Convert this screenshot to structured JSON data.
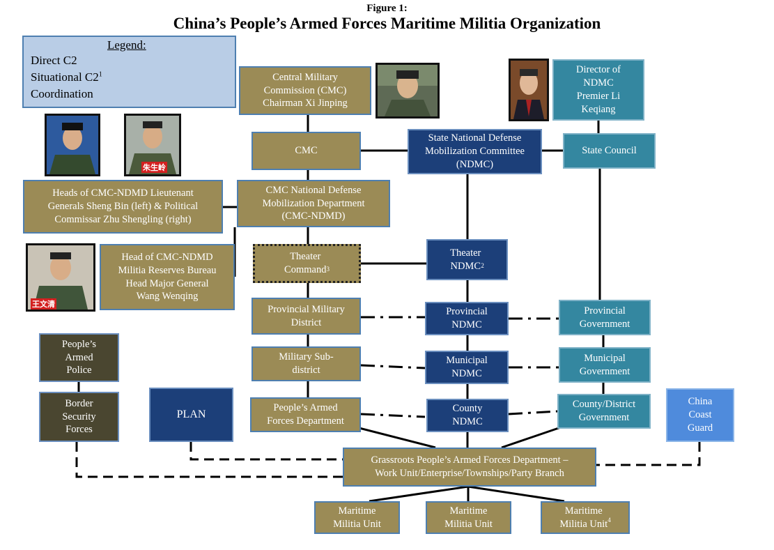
{
  "figure_label": "Figure 1:",
  "title": "China’s People’s Armed Forces Maritime Militia Organization",
  "legend": {
    "title": "Legend:",
    "direct": "Direct C2",
    "situational": "Situational C2",
    "situational_sup": "1",
    "coordination": "Coordination"
  },
  "nodes": {
    "cmc_chairman": "Central Military\nCommission (CMC)\nChairman Xi Jinping",
    "cmc": "CMC",
    "cmc_ndmd": "CMC National Defense\nMobilization Department\n(CMC-NDMD)",
    "heads_ndmd": "Heads of CMC-NDMD Lieutenant\nGenerals Sheng Bin (left) & Political\nCommissar Zhu Shengling (right)",
    "militia_bureau": "Head of CMC-NDMD\nMilitia Reserves Bureau\nHead Major General\nWang Wenqing",
    "theater_command": "Theater\nCommand",
    "theater_command_sup": "3",
    "provincial_md": "Provincial Military\nDistrict",
    "military_subdistrict": "Military Sub-\ndistrict",
    "pafd": "People’s Armed\nForces Department",
    "grassroots": "Grassroots People’s Armed Forces Department –\nWork Unit/Enterprise/Townships/Party Branch",
    "mm1": "Maritime\nMilitia Unit",
    "mm2": "Maritime\nMilitia Unit",
    "mm3": "Maritime\nMilitia Unit",
    "mm3_sup": "4",
    "ndmc": "State National Defense\nMobilization Committee\n(NDMC)",
    "theater_ndmc": "Theater\nNDMC",
    "theater_ndmc_sup": "2",
    "provincial_ndmc": "Provincial\nNDMC",
    "municipal_ndmc": "Municipal\nNDMC",
    "county_ndmc": "County\nNDMC",
    "director_ndmc": "Director of\nNDMC\nPremier Li\nKeqiang",
    "state_council": "State Council",
    "provincial_gov": "Provincial\nGovernment",
    "municipal_gov": "Municipal\nGovernment",
    "county_gov": "County/District\nGovernment",
    "pap": "People’s\nArmed\nPolice",
    "border": "Border\nSecurity\nForces",
    "plan": "PLAN",
    "coast_guard": "China\nCoast\nGuard"
  },
  "photos": {
    "xi": "photo of Xi Jinping",
    "li": "photo of Li Keqiang",
    "sheng": "photo of Sheng Bin",
    "zhu": "photo of Zhu Shengling",
    "zhu_tag": "朱生岭",
    "wang": "photo of Wang Wenqing",
    "wang_tag": "王文清"
  },
  "colors": {
    "olive": "#9b8b56",
    "navy": "#1c3f79",
    "teal": "#3487a0",
    "dark_olive": "#4a4630",
    "light_blue": "#4f8bdc",
    "legend_bg": "#b9cde6"
  }
}
